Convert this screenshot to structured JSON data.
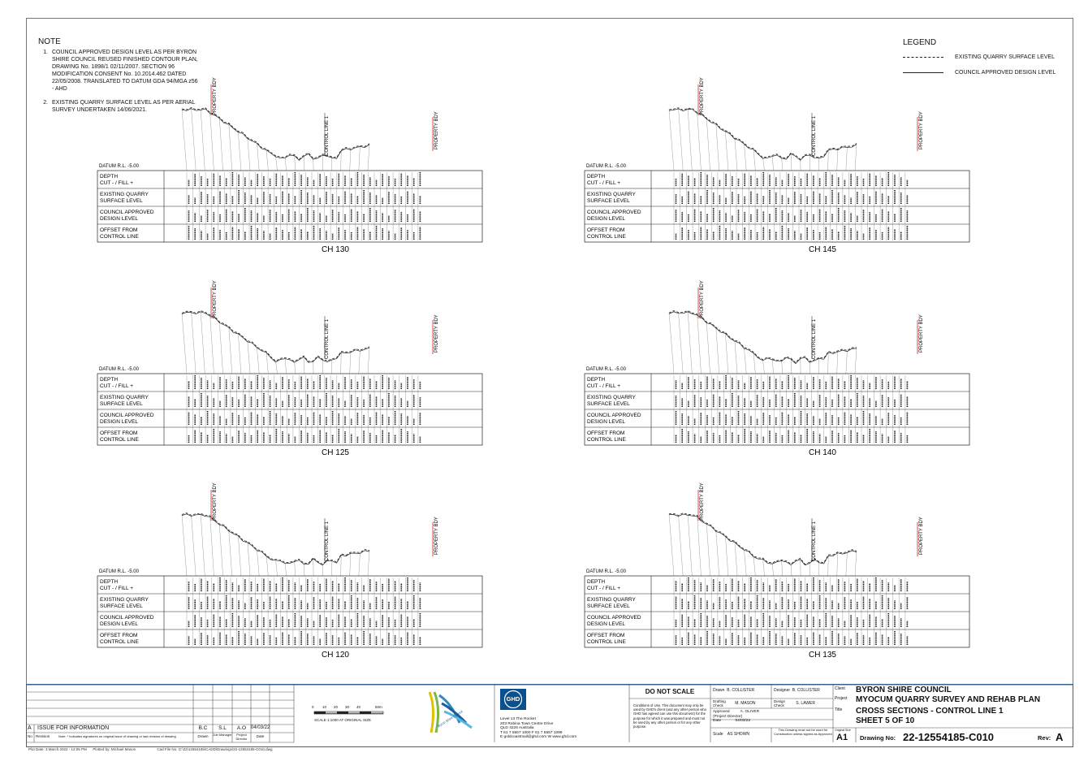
{
  "note": {
    "heading": "NOTE",
    "items": [
      "COUNCIL APPROVED DESIGN LEVEL AS PER BYRON SHIRE COUNCIL REUSED FINISHED CONTOUR PLAN, DRAWING No. 1898/1 02/11/2007. SECTION 96 MODIFICATION CONSENT No. 10.2014.462 DATED 22/05/2008. TRANSLATED TO DATUM GDA 94/MGA z56 - AHD",
      "EXISTING QUARRY SURFACE LEVEL AS PER AERIAL SURVEY UNDERTAKEN 14/06/2021."
    ]
  },
  "legend": {
    "heading": "LEGEND",
    "items": [
      {
        "style": "dashed",
        "label": "EXISTING QUARRY SURFACE LEVEL"
      },
      {
        "style": "solid",
        "label": "COUNCIL APPROVED DESIGN LEVEL"
      }
    ]
  },
  "sections": [
    {
      "name": "CH 130",
      "datum": "DATUM R.L. -5.00",
      "offsets_max": 90
    },
    {
      "name": "CH 145",
      "datum": "DATUM R.L. -5.00",
      "offsets_max": 85
    },
    {
      "name": "CH 125",
      "datum": "DATUM R.L. -5.00",
      "offsets_max": 90
    },
    {
      "name": "CH 140",
      "datum": "DATUM R.L. -5.00",
      "offsets_max": 85
    },
    {
      "name": "CH 120",
      "datum": "DATUM R.L. -5.00",
      "offsets_max": 90
    },
    {
      "name": "CH 135",
      "datum": "DATUM R.L. -5.00",
      "offsets_max": 90
    }
  ],
  "section_rows": [
    {
      "a": "DEPTH",
      "b": "CUT - / FILL +"
    },
    {
      "a": "EXISTING QUARRY",
      "b": "SURFACE LEVEL"
    },
    {
      "a": "COUNCIL APPROVED",
      "b": "DESIGN LEVEL"
    },
    {
      "a": "OFFSET FROM",
      "b": "CONTROL LINE"
    }
  ],
  "labels": {
    "property_bdy": "PROPERTY BDY",
    "control_line": "CONTROL LINE 1"
  },
  "titleblock": {
    "revision_letter": "A",
    "revision_desc": "ISSUE FOR INFORMATION",
    "drawn": "B.C",
    "job_manager": "S.L",
    "project_director": "A.O",
    "date": "04/03/22",
    "rev_headers": [
      "No",
      "Revision",
      "Note: * indicates signatures on original issue of drawing or last revision of drawing",
      "Drawn",
      "Job Manager",
      "Project Director",
      "Date"
    ],
    "scale_ticks": [
      "0",
      "10",
      "20",
      "30",
      "40",
      "50m"
    ],
    "scale_caption": "SCALE 1:1000  AT ORIGINAL SIZE",
    "company": "GHD",
    "address": [
      "Level 13 The Rocket",
      "203 Robina Town Centre Drive",
      "QLD 4226 Australia",
      "T 61 7 5557 1000  F 61 7 5557 1099",
      "E goldcoastmail@ghd.com  W www.ghd.com"
    ],
    "do_not_scale": "DO NOT SCALE",
    "conditions": "Conditions of Use. This document may only be used by GHD's client (and any other person who GHD has agreed can use this document) for the purpose for which it was prepared and must not be used by any other person or for any other purpose.",
    "drawn_by": "B. COLLISTER",
    "designer": "B. COLLISTER",
    "drafting_check": "M. MASON",
    "design_check": "S. LAWER",
    "approved": "A. OLIVER",
    "approved_note": "(Project Director)",
    "approved_date": "04/03/22",
    "scale": "AS SHOWN",
    "construction_note": "This Drawing must not be used for Construction unless signed as Approved",
    "client_label": "Client",
    "client": "BYRON SHIRE COUNCIL",
    "project_label": "Project",
    "project": "MYOCUM QUARRY SURVEY AND REHAB PLAN",
    "title_label": "Title",
    "title1": "CROSS SECTIONS - CONTROL LINE 1",
    "title2": "SHEET 5 OF 10",
    "original_size_label": "Original Size",
    "original_size": "A1",
    "drawing_no_label": "Drawing No:",
    "drawing_no": "22-12554185-C010",
    "rev_label": "Rev:",
    "rev": "A",
    "plot_date": "Plot Date:   3 March 2022 - 12:05 PM",
    "plotted_by": "Plotted by:   Michael Mason",
    "cad_file": "Cad File No:   G:\\22\\12554185\\CADD\\Drawings\\22-12554185-C010.dwg",
    "council_logo_text": "Byron Shire Council"
  }
}
